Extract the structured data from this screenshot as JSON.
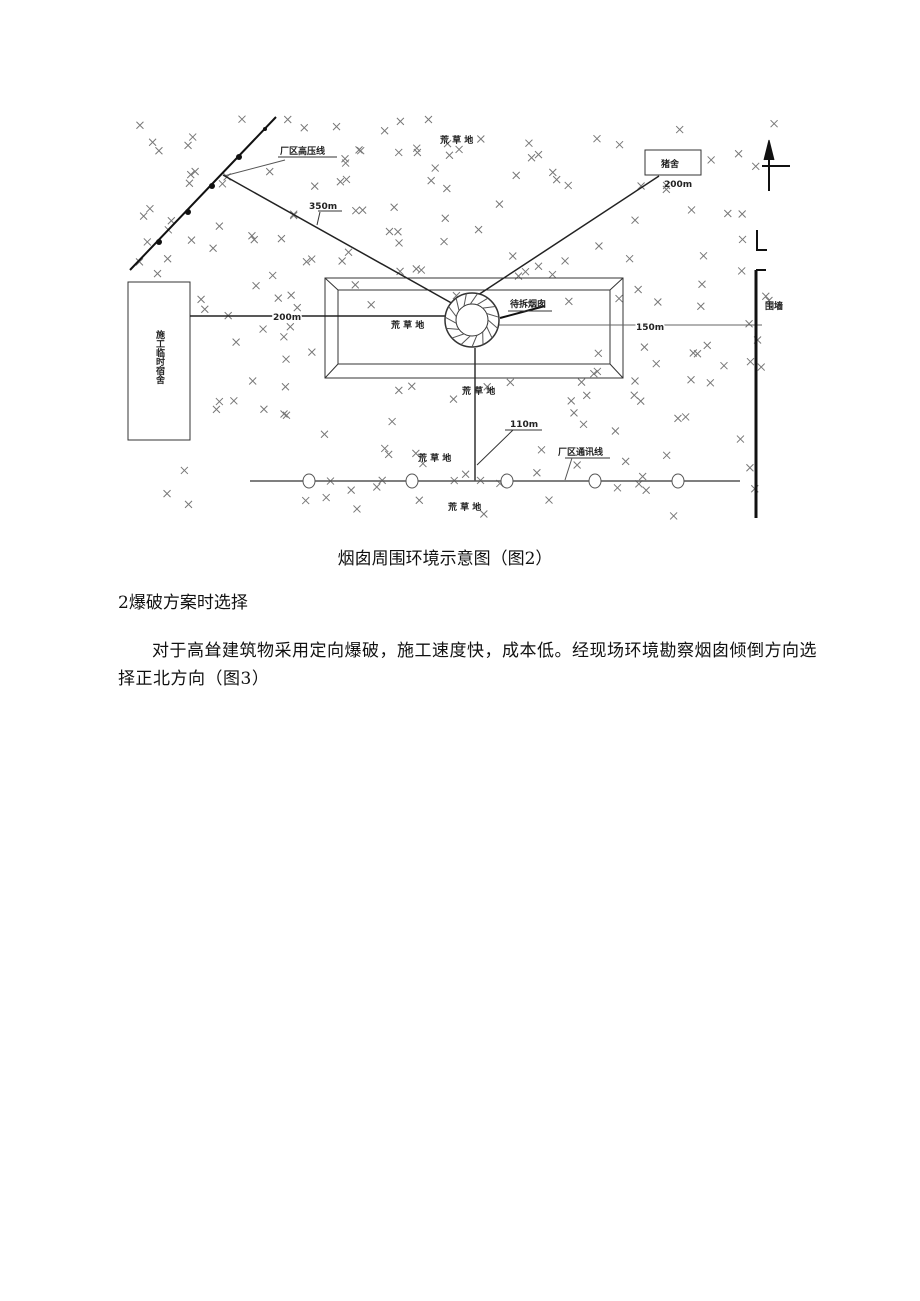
{
  "diagram": {
    "labels": {
      "grass": "荒 草 地",
      "hv_line": "厂区高压线",
      "pig_house": "猪舍",
      "chimney": "待拆烟囱",
      "dorm": "施工临时宿舍",
      "wall": "围墙",
      "comm_line": "厂区通讯线",
      "d350": "350m",
      "d200_pig": "200m",
      "d200_dorm": "200m",
      "d150": "150m",
      "d110": "110m"
    },
    "north_arrow_icon": "north-arrow"
  },
  "caption": "烟囱周围环境示意图（图2）",
  "section_heading": "2爆破方案时选择",
  "paragraph": "对于高耸建筑物采用定向爆破，施工速度快，成本低。经现场环境勘察烟囱倾倒方向选择正北方向（图3）"
}
